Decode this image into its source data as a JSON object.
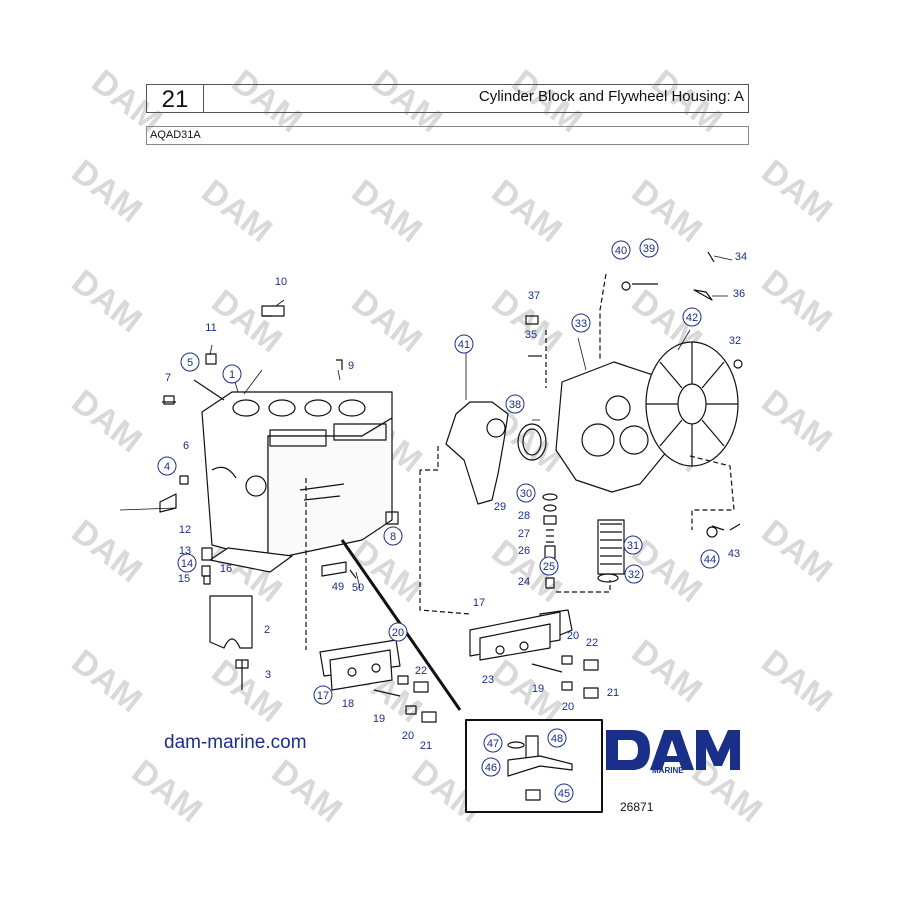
{
  "header": {
    "page_number": "21",
    "title": "Cylinder Block and Flywheel Housing: A"
  },
  "model": "AQAD31A",
  "website": "dam-marine.com",
  "figure_number": "26871",
  "logo": {
    "text": "DAM",
    "subtext": "MARINE",
    "color": "#1a2f8a"
  },
  "watermark": {
    "text": "DAM",
    "color": "#d9d9d9"
  },
  "colors": {
    "callout": "#1a2f8a",
    "line": "#111111"
  },
  "callouts": [
    {
      "label": "1",
      "circled": true
    },
    {
      "label": "2",
      "circled": false
    },
    {
      "label": "3",
      "circled": false
    },
    {
      "label": "4",
      "circled": true
    },
    {
      "label": "5",
      "circled": true
    },
    {
      "label": "6",
      "circled": false
    },
    {
      "label": "7",
      "circled": false
    },
    {
      "label": "8",
      "circled": true
    },
    {
      "label": "9",
      "circled": false
    },
    {
      "label": "10",
      "circled": false
    },
    {
      "label": "11",
      "circled": false
    },
    {
      "label": "12",
      "circled": false
    },
    {
      "label": "13",
      "circled": false
    },
    {
      "label": "14",
      "circled": true
    },
    {
      "label": "15",
      "circled": false
    },
    {
      "label": "16",
      "circled": false
    },
    {
      "label": "17",
      "circled": false
    },
    {
      "label": "17",
      "circled": true
    },
    {
      "label": "18",
      "circled": false
    },
    {
      "label": "19",
      "circled": false
    },
    {
      "label": "19",
      "circled": false
    },
    {
      "label": "20",
      "circled": true
    },
    {
      "label": "20",
      "circled": false
    },
    {
      "label": "20",
      "circled": false
    },
    {
      "label": "20",
      "circled": false
    },
    {
      "label": "21",
      "circled": false
    },
    {
      "label": "21",
      "circled": false
    },
    {
      "label": "22",
      "circled": false
    },
    {
      "label": "22",
      "circled": false
    },
    {
      "label": "23",
      "circled": false
    },
    {
      "label": "24",
      "circled": false
    },
    {
      "label": "25",
      "circled": true
    },
    {
      "label": "26",
      "circled": false
    },
    {
      "label": "27",
      "circled": false
    },
    {
      "label": "28",
      "circled": false
    },
    {
      "label": "29",
      "circled": false
    },
    {
      "label": "30",
      "circled": true
    },
    {
      "label": "31",
      "circled": true
    },
    {
      "label": "32",
      "circled": true
    },
    {
      "label": "32",
      "circled": false
    },
    {
      "label": "33",
      "circled": true
    },
    {
      "label": "34",
      "circled": false
    },
    {
      "label": "35",
      "circled": false
    },
    {
      "label": "36",
      "circled": false
    },
    {
      "label": "37",
      "circled": false
    },
    {
      "label": "38",
      "circled": true
    },
    {
      "label": "39",
      "circled": true
    },
    {
      "label": "40",
      "circled": true
    },
    {
      "label": "41",
      "circled": true
    },
    {
      "label": "42",
      "circled": true
    },
    {
      "label": "43",
      "circled": false
    },
    {
      "label": "44",
      "circled": true
    },
    {
      "label": "45",
      "circled": true
    },
    {
      "label": "46",
      "circled": true
    },
    {
      "label": "47",
      "circled": true
    },
    {
      "label": "48",
      "circled": true
    },
    {
      "label": "49",
      "circled": false
    },
    {
      "label": "50",
      "circled": false
    }
  ]
}
